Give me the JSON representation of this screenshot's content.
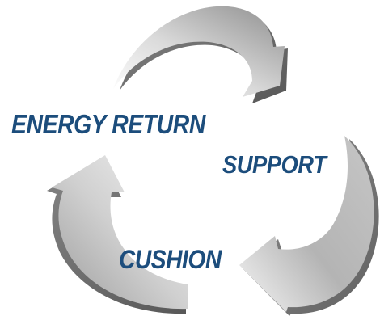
{
  "diagram": {
    "type": "cycle",
    "arrow_color": "#b9b9b9",
    "label_color": "#1c4d7c",
    "stages": [
      {
        "label": "ENERGY RETURN"
      },
      {
        "label": "SUPPORT"
      },
      {
        "label": "CUSHION"
      }
    ]
  }
}
